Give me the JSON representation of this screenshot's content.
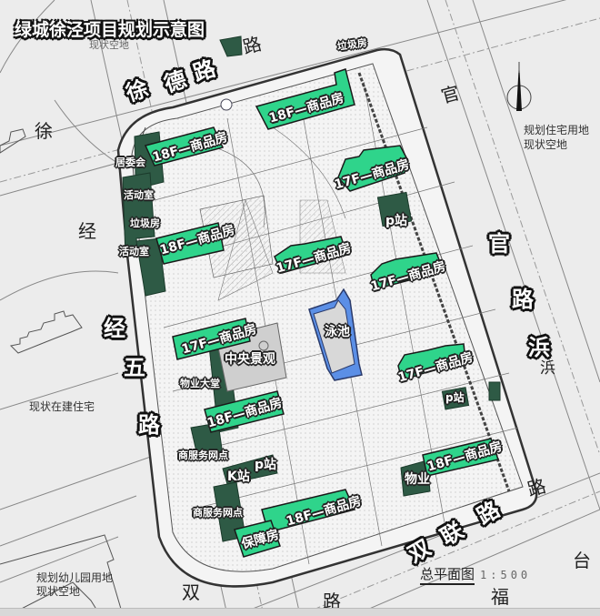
{
  "title": "绿城徐泾项目规划示意图",
  "colors": {
    "background": "#ececec",
    "residential_green": "#2fd48b",
    "amenity_dark_green": "#2e5a45",
    "pool_blue": "#5b8fe6",
    "line": "#555555"
  },
  "roads": {
    "north": {
      "chars": [
        "徐",
        "德",
        "路"
      ],
      "faint": [
        "路"
      ]
    },
    "west": {
      "chars": [
        "经",
        "五",
        "路"
      ],
      "faint": [
        "徐",
        "经"
      ]
    },
    "east": {
      "chars": [
        "官",
        "路",
        "浜"
      ],
      "faint": [
        "官",
        "浜"
      ]
    },
    "south": {
      "chars": [
        "双",
        "联",
        "路"
      ],
      "faint": [
        "路",
        "双",
        "路",
        "福",
        "台"
      ]
    }
  },
  "buildings": [
    {
      "id": "b1",
      "label": "18F—商品房",
      "type": "commercial_housing"
    },
    {
      "id": "b2",
      "label": "18F—商品房",
      "type": "commercial_housing"
    },
    {
      "id": "b3",
      "label": "17F—商品房",
      "type": "commercial_housing"
    },
    {
      "id": "b4",
      "label": "18F—商品房",
      "type": "commercial_housing"
    },
    {
      "id": "b5",
      "label": "17F—商品房",
      "type": "commercial_housing"
    },
    {
      "id": "b6",
      "label": "17F—商品房",
      "type": "commercial_housing"
    },
    {
      "id": "b7",
      "label": "17F—商品房",
      "type": "commercial_housing"
    },
    {
      "id": "b8",
      "label": "17F—商品房",
      "type": "commercial_housing"
    },
    {
      "id": "b9",
      "label": "18F—商品房",
      "type": "commercial_housing"
    },
    {
      "id": "b10",
      "label": "18F—商品房",
      "type": "commercial_housing"
    },
    {
      "id": "b11",
      "label": "18F—商品房",
      "type": "commercial_housing"
    },
    {
      "id": "b12",
      "label": "保障房",
      "type": "affordable_housing"
    }
  ],
  "facilities": {
    "garbage_n": "垃圾房",
    "residents_committee": "居委会",
    "activity_room_1": "活动室",
    "garbage_w": "垃圾房",
    "activity_room_2": "活动室",
    "property_lobby": "物业大堂",
    "shop_1": "商服务网点",
    "shop_2": "商服务网点",
    "k_station": "K站",
    "p_station_sw": "p站",
    "p_station_ne": "p站",
    "p_station_e": "p站",
    "property_se": "物业",
    "central_landscape": "中央景观",
    "pool": "泳池"
  },
  "surroundings": {
    "ne_land": [
      "规划住宅用地",
      "现状空地"
    ],
    "nw_land": "现状空地",
    "w_residential": "现状在建住宅",
    "sw_land": [
      "规划幼儿园用地",
      "现状空地"
    ]
  },
  "scale": {
    "title": "总平面图",
    "ratio": "1:500"
  }
}
